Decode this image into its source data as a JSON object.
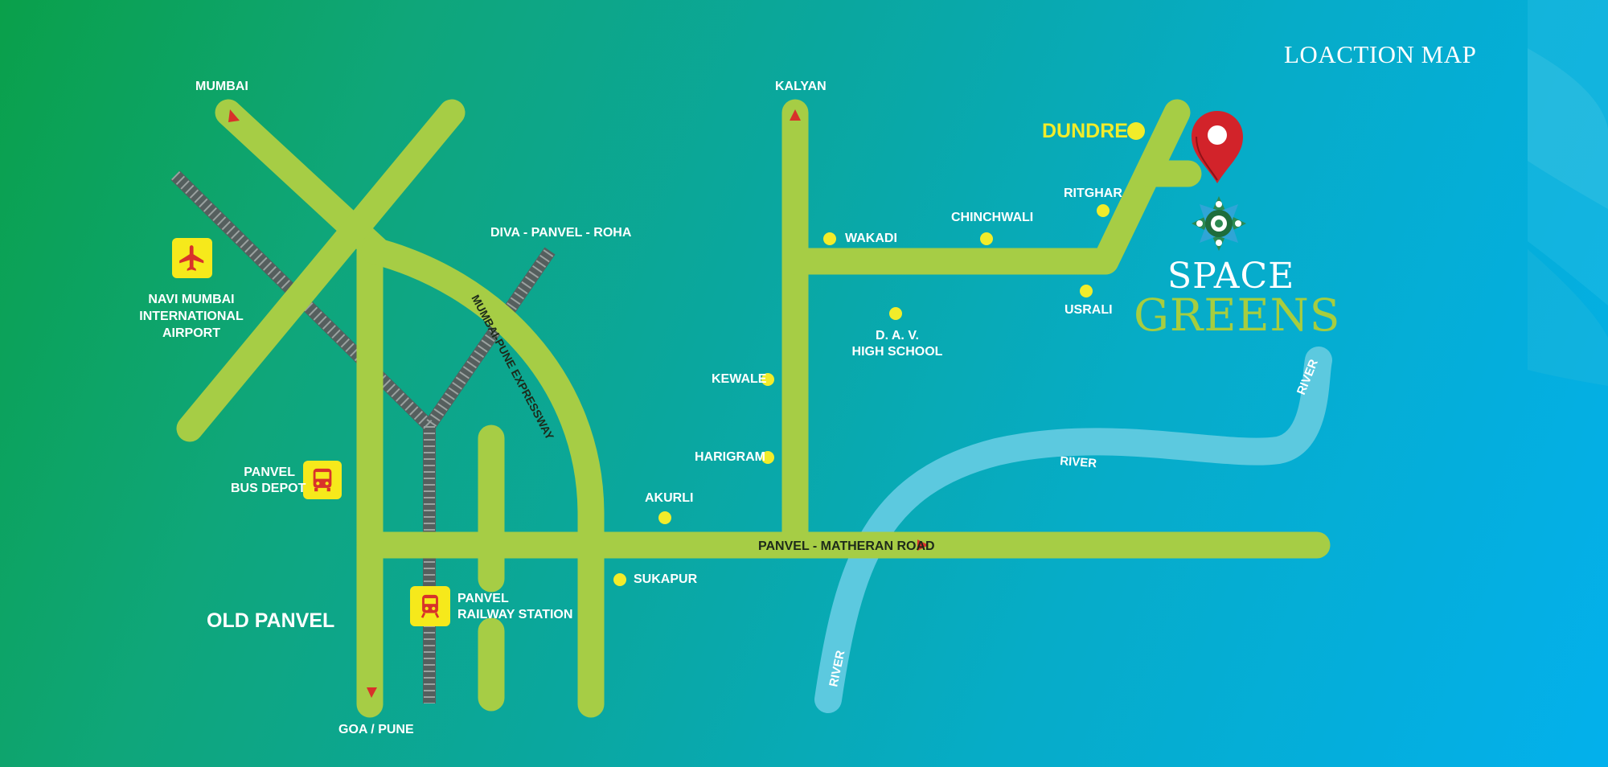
{
  "title": "LOACTION MAP",
  "colors": {
    "road": "#a6cd45",
    "rail": "#555f5e",
    "river": "#5cc9df",
    "marker": "#f2ec2a",
    "pin": "#d2232a",
    "arrow": "#d8322a",
    "icon_box": "#f6e91b"
  },
  "directions": {
    "mumbai": "MUMBAI",
    "kalyan": "KALYAN",
    "goa_pune": "GOA / PUNE",
    "diva_panvel_roha": "DIVA - PANVEL - ROHA"
  },
  "roads": {
    "expressway": "MUMBAI-PUNE EXPRESSWAY",
    "matheran_road": "PANVEL - MATHERAN ROAD"
  },
  "rivers": [
    "RIVER",
    "RIVER",
    "RIVER"
  ],
  "landmarks": {
    "airport": [
      "NAVI MUMBAI",
      "INTERNATIONAL",
      "AIRPORT"
    ],
    "bus_depot": [
      "PANVEL",
      "BUS DEPOT"
    ],
    "railway_station": [
      "PANVEL",
      "RAILWAY STATION"
    ],
    "old_panvel": "OLD PANVEL",
    "school": [
      "D. A. V.",
      "HIGH SCHOOL"
    ]
  },
  "localities": {
    "dundre": "DUNDRE",
    "ritghar": "RITGHAR",
    "chinchwali": "CHINCHWALI",
    "wakadi": "WAKADI",
    "usrali": "USRALI",
    "kewale": "KEWALE",
    "harigram": "HARIGRAM",
    "akurli": "AKURLI",
    "sukapur": "SUKAPUR"
  },
  "project_logo": {
    "line1": "SPACE",
    "line2": "GREENS",
    "icon": "mandala-logo-icon"
  },
  "icons": [
    "airplane-icon",
    "bus-icon",
    "train-icon",
    "location-pin-icon",
    "direction-arrow-icon"
  ]
}
